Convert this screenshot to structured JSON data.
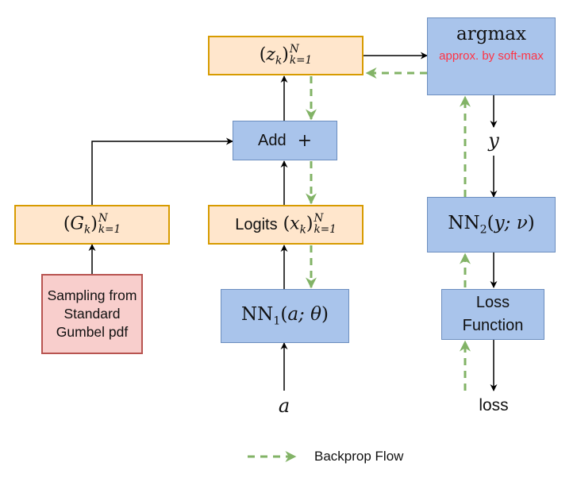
{
  "nodes": {
    "z_box": {
      "base": "z",
      "sub": "k",
      "sup": "N",
      "range": "k=1"
    },
    "argmax": {
      "title": "argmax",
      "note": "approx. by soft-max"
    },
    "add": {
      "label": "Add",
      "op": "+"
    },
    "y_label": "y",
    "g_box": {
      "base": "G",
      "sub": "k",
      "sup": "N",
      "range": "k=1"
    },
    "logits": {
      "prefix": "Logits",
      "base": "x",
      "sub": "k",
      "sup": "N",
      "range": "k=1"
    },
    "nn2": {
      "name": "NN",
      "index": "2",
      "args": "y; ν"
    },
    "sampling": {
      "text": "Sampling from Standard Gumbel pdf"
    },
    "nn1": {
      "name": "NN",
      "index": "1",
      "args": "a; θ"
    },
    "loss_fn": {
      "text": "Loss Function"
    },
    "a_label": "a",
    "loss_label": "loss"
  },
  "legend": {
    "label": "Backprop Flow"
  },
  "colors": {
    "orange_fill": "#ffe6cc",
    "orange_stroke": "#d79b00",
    "blue_fill": "#a9c4eb",
    "blue_stroke": "#6c8ebf",
    "red_fill": "#f8cecc",
    "red_stroke": "#b85450",
    "backprop": "#82b366",
    "note": "#ff3344"
  }
}
